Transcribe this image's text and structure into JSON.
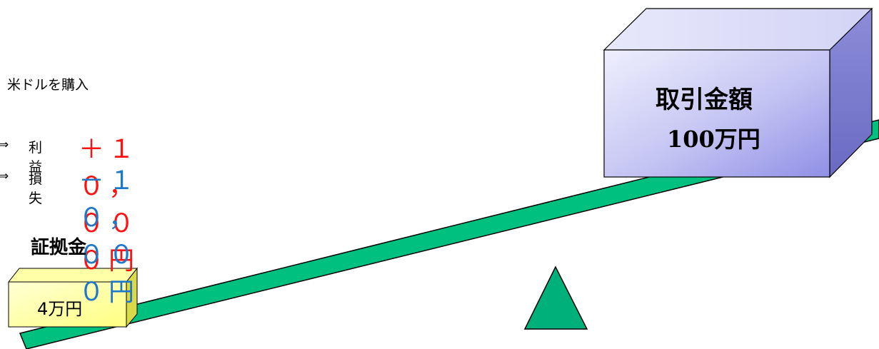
{
  "intro": {
    "text": "米ドルを購入"
  },
  "outcomes": [
    {
      "arrow": "⇒",
      "label": "利益",
      "amount": "＋１０，０００円",
      "color": "#ff1111"
    },
    {
      "arrow": "⇒",
      "label": "損失",
      "amount": "－１０，０００円",
      "color": "#1e78c8"
    }
  ],
  "margin": {
    "title": "証拠金",
    "amount": "4万円"
  },
  "transaction": {
    "title": "取引金額",
    "amount": "100万円"
  },
  "colors": {
    "beam": "#00c080",
    "fulcrum": "#00b07a",
    "small_box": "#ffff99",
    "big_box": "#c8c8f5"
  }
}
